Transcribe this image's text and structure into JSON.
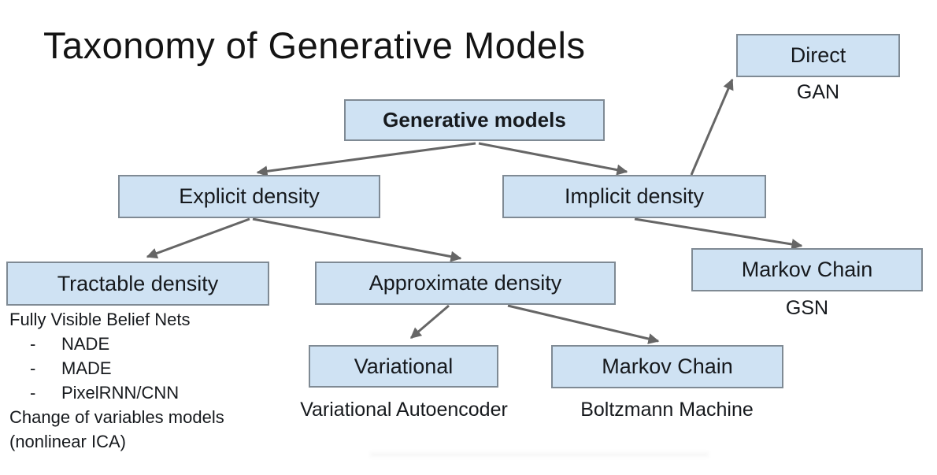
{
  "title": "Taxonomy of Generative Models",
  "diagram": {
    "nodes": {
      "generative": {
        "label": "Generative models"
      },
      "direct": {
        "label": "Direct",
        "sublabel": "GAN"
      },
      "explicit": {
        "label": "Explicit density"
      },
      "implicit": {
        "label": "Implicit density"
      },
      "tractable": {
        "label": "Tractable density"
      },
      "approximate": {
        "label": "Approximate density"
      },
      "markov_chain_gsn": {
        "label": "Markov Chain",
        "sublabel": "GSN"
      },
      "variational": {
        "label": "Variational",
        "sublabel": "Variational Autoencoder"
      },
      "markov_chain_boltzmann": {
        "label": "Markov Chain",
        "sublabel": "Boltzmann Machine"
      }
    },
    "tractable_notes": {
      "heading": "Fully Visible Belief Nets",
      "bullet": "-",
      "items": [
        "NADE",
        "MADE",
        "PixelRNN/CNN"
      ],
      "footer_line1": "Change of variables models",
      "footer_line2": "(nonlinear ICA)"
    },
    "edges": [
      {
        "from": "generative",
        "to": "explicit"
      },
      {
        "from": "generative",
        "to": "implicit"
      },
      {
        "from": "explicit",
        "to": "tractable"
      },
      {
        "from": "explicit",
        "to": "approximate"
      },
      {
        "from": "implicit",
        "to": "direct"
      },
      {
        "from": "implicit",
        "to": "markov_chain_gsn"
      },
      {
        "from": "approximate",
        "to": "variational"
      },
      {
        "from": "approximate",
        "to": "markov_chain_boltzmann"
      }
    ],
    "colors": {
      "node_fill": "#cfe2f3",
      "node_border": "#7f8a94",
      "arrow": "#666666",
      "text": "#16191d"
    }
  }
}
